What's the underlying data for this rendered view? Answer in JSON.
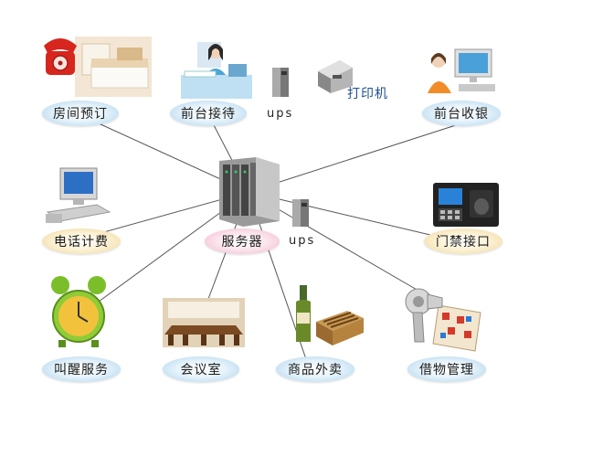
{
  "center": {
    "label": "服务器",
    "color": "#f2b7cc"
  },
  "nodes": {
    "room_booking": {
      "label": "房间预订",
      "icon": "phone-bedroom-icon"
    },
    "front_reception": {
      "label": "前台接待",
      "icon": "receptionist-icon"
    },
    "front_cashier": {
      "label": "前台收银",
      "icon": "cashier-computer-icon"
    },
    "phone_billing": {
      "label": "电话计费",
      "icon": "desktop-computer-icon"
    },
    "door_access": {
      "label": "门禁接口",
      "icon": "access-control-terminal-icon"
    },
    "wakeup_service": {
      "label": "叫醒服务",
      "icon": "alarm-clock-icon"
    },
    "meeting_room": {
      "label": "会议室",
      "icon": "meeting-room-icon"
    },
    "goods_takeout": {
      "label": "商品外卖",
      "icon": "wine-cigar-box-icon"
    },
    "lending": {
      "label": "借物管理",
      "icon": "hairdryer-board-game-icon"
    }
  },
  "peripherals": {
    "ups_top": "ups",
    "printer": "打印机",
    "ups_center": "ups"
  },
  "colors": {
    "label_blue": "#aad2ec",
    "label_yellow": "#efd79b",
    "line": "#555555"
  }
}
